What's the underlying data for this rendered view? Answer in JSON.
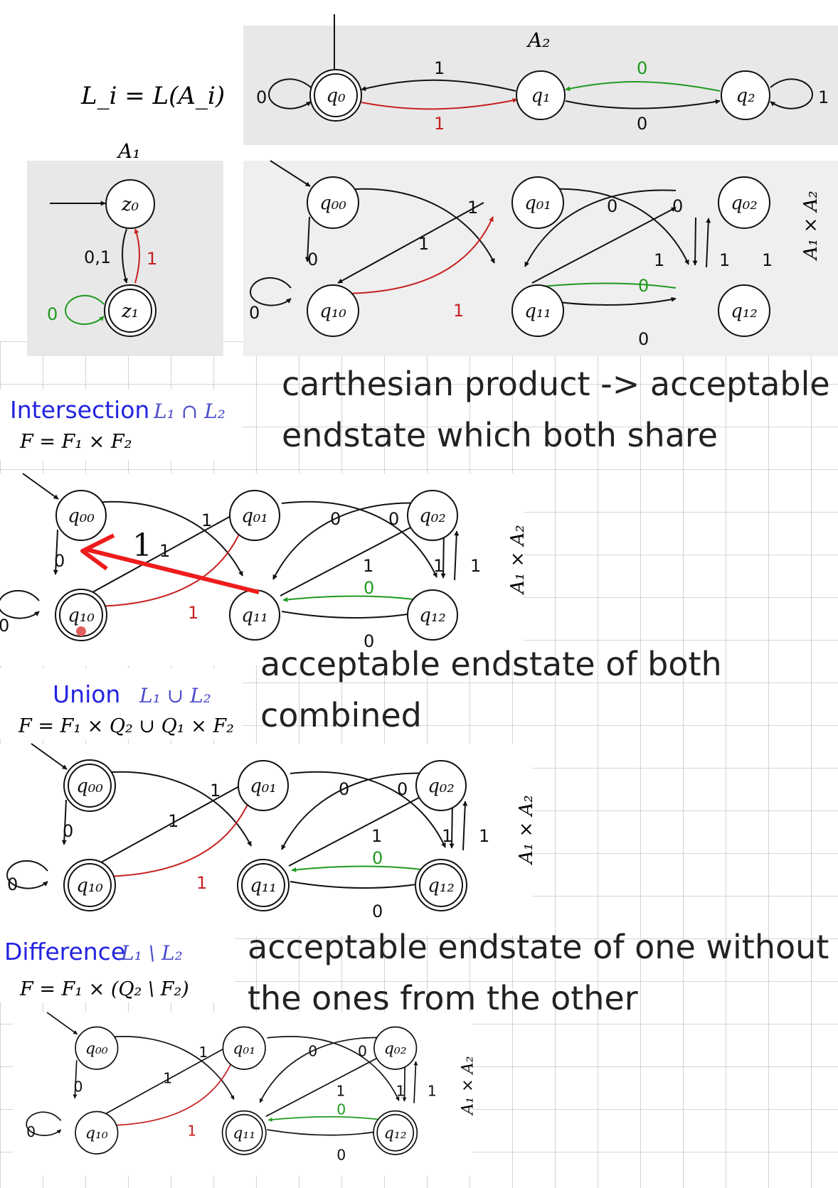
{
  "colors": {
    "black": "#111111",
    "red": "#c62020",
    "green": "#1f9a1f",
    "blue": "#2323e0",
    "mathblue": "#4b4bcc",
    "panel": "#e8e8e8",
    "grid": "#c8c8c8",
    "annotation": "#ee1d1d"
  },
  "top": {
    "lang_def": "L_i = L(A_i)",
    "a1_title": "A₁",
    "a2_title": "A₂",
    "a1": {
      "states": {
        "z0": "z₀",
        "z1": "z₁"
      },
      "labels": {
        "down": "0,1",
        "up": "1",
        "loop": "0"
      }
    },
    "a2": {
      "states": {
        "q0": "q₀",
        "q1": "q₁",
        "q2": "q₂"
      },
      "labels": {
        "loop0": "0",
        "q1q0": "1",
        "q0q1": "1",
        "q2q1": "0",
        "q1q2": "0",
        "loop2": "1"
      }
    },
    "product_title": "A₁ × A₂"
  },
  "product": {
    "states": {
      "q00": "q₀₀",
      "q01": "q₀₁",
      "q02": "q₀₂",
      "q10": "q₁₀",
      "q11": "q₁₁",
      "q12": "q₁₂"
    },
    "labels": {
      "loop10": "0",
      "e00_10": "0",
      "e00_11": "1",
      "e01_10": "1",
      "e10_01": "1",
      "e01_12": "0",
      "e02_11": "0",
      "e11_02": "1",
      "e12_02": "1",
      "e02_12": "1",
      "e12_11": "0",
      "e11_12": "0"
    },
    "side": "A₁ × A₂"
  },
  "sections": {
    "intersection": {
      "title": "Intersection",
      "formula_lang": "L₁ ∩ L₂",
      "formula_f": "F = F₁ × F₂",
      "note_line1": "carthesian product -> acceptable",
      "note_line2": "endstate which both share",
      "annotation_label": "1"
    },
    "union": {
      "title": "Union",
      "formula_lang": "L₁ ∪ L₂",
      "formula_f": "F = F₁ × Q₂ ∪ Q₁ × F₂",
      "note_line1": "acceptable endstate of both",
      "note_line2": "combined"
    },
    "difference": {
      "title": "Difference",
      "formula_lang": "L₁ \\ L₂",
      "formula_f": "F = F₁ × (Q₂ \\ F₂)",
      "note_line1": "acceptable endstate of one without",
      "note_line2": "the ones from the other"
    }
  }
}
